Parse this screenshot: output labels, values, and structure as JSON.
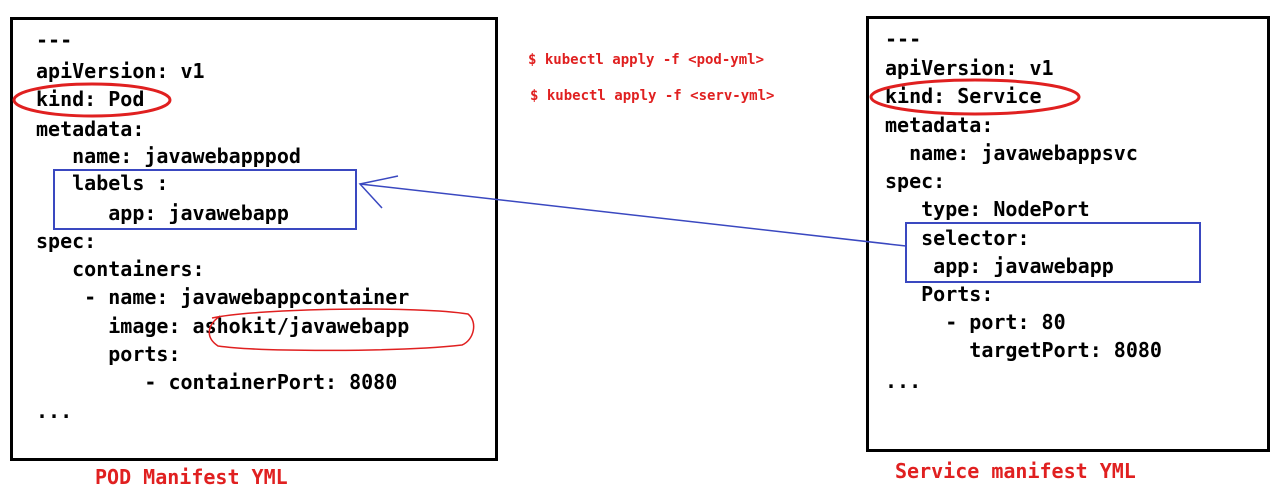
{
  "pod": {
    "lines": [
      "---",
      "apiVersion: v1",
      "kind: Pod",
      "metadata:",
      "   name: javawebapppod",
      "   labels :",
      "      app: javawebapp",
      "spec:",
      "   containers:",
      "    - name: javawebappcontainer",
      "      image: ashokit/javawebapp",
      "      ports:",
      "         - containerPort: 8080",
      "..."
    ],
    "caption": "POD Manifest YML"
  },
  "service": {
    "lines": [
      "---",
      "apiVersion: v1",
      "kind: Service",
      "metadata:",
      "  name: javawebappsvc",
      "spec:",
      "   type: NodePort",
      "   selector:",
      "    app: javawebapp",
      "   Ports:",
      "     - port: 80",
      "       targetPort: 8080",
      "..."
    ],
    "caption": "Service manifest YML"
  },
  "commands": [
    "$ kubectl apply -f <pod-yml>",
    "$ kubectl apply -f <serv-yml>"
  ],
  "colors": {
    "text": "#000000",
    "highlight_red": "#e02020",
    "link_blue": "#3a48c0"
  }
}
